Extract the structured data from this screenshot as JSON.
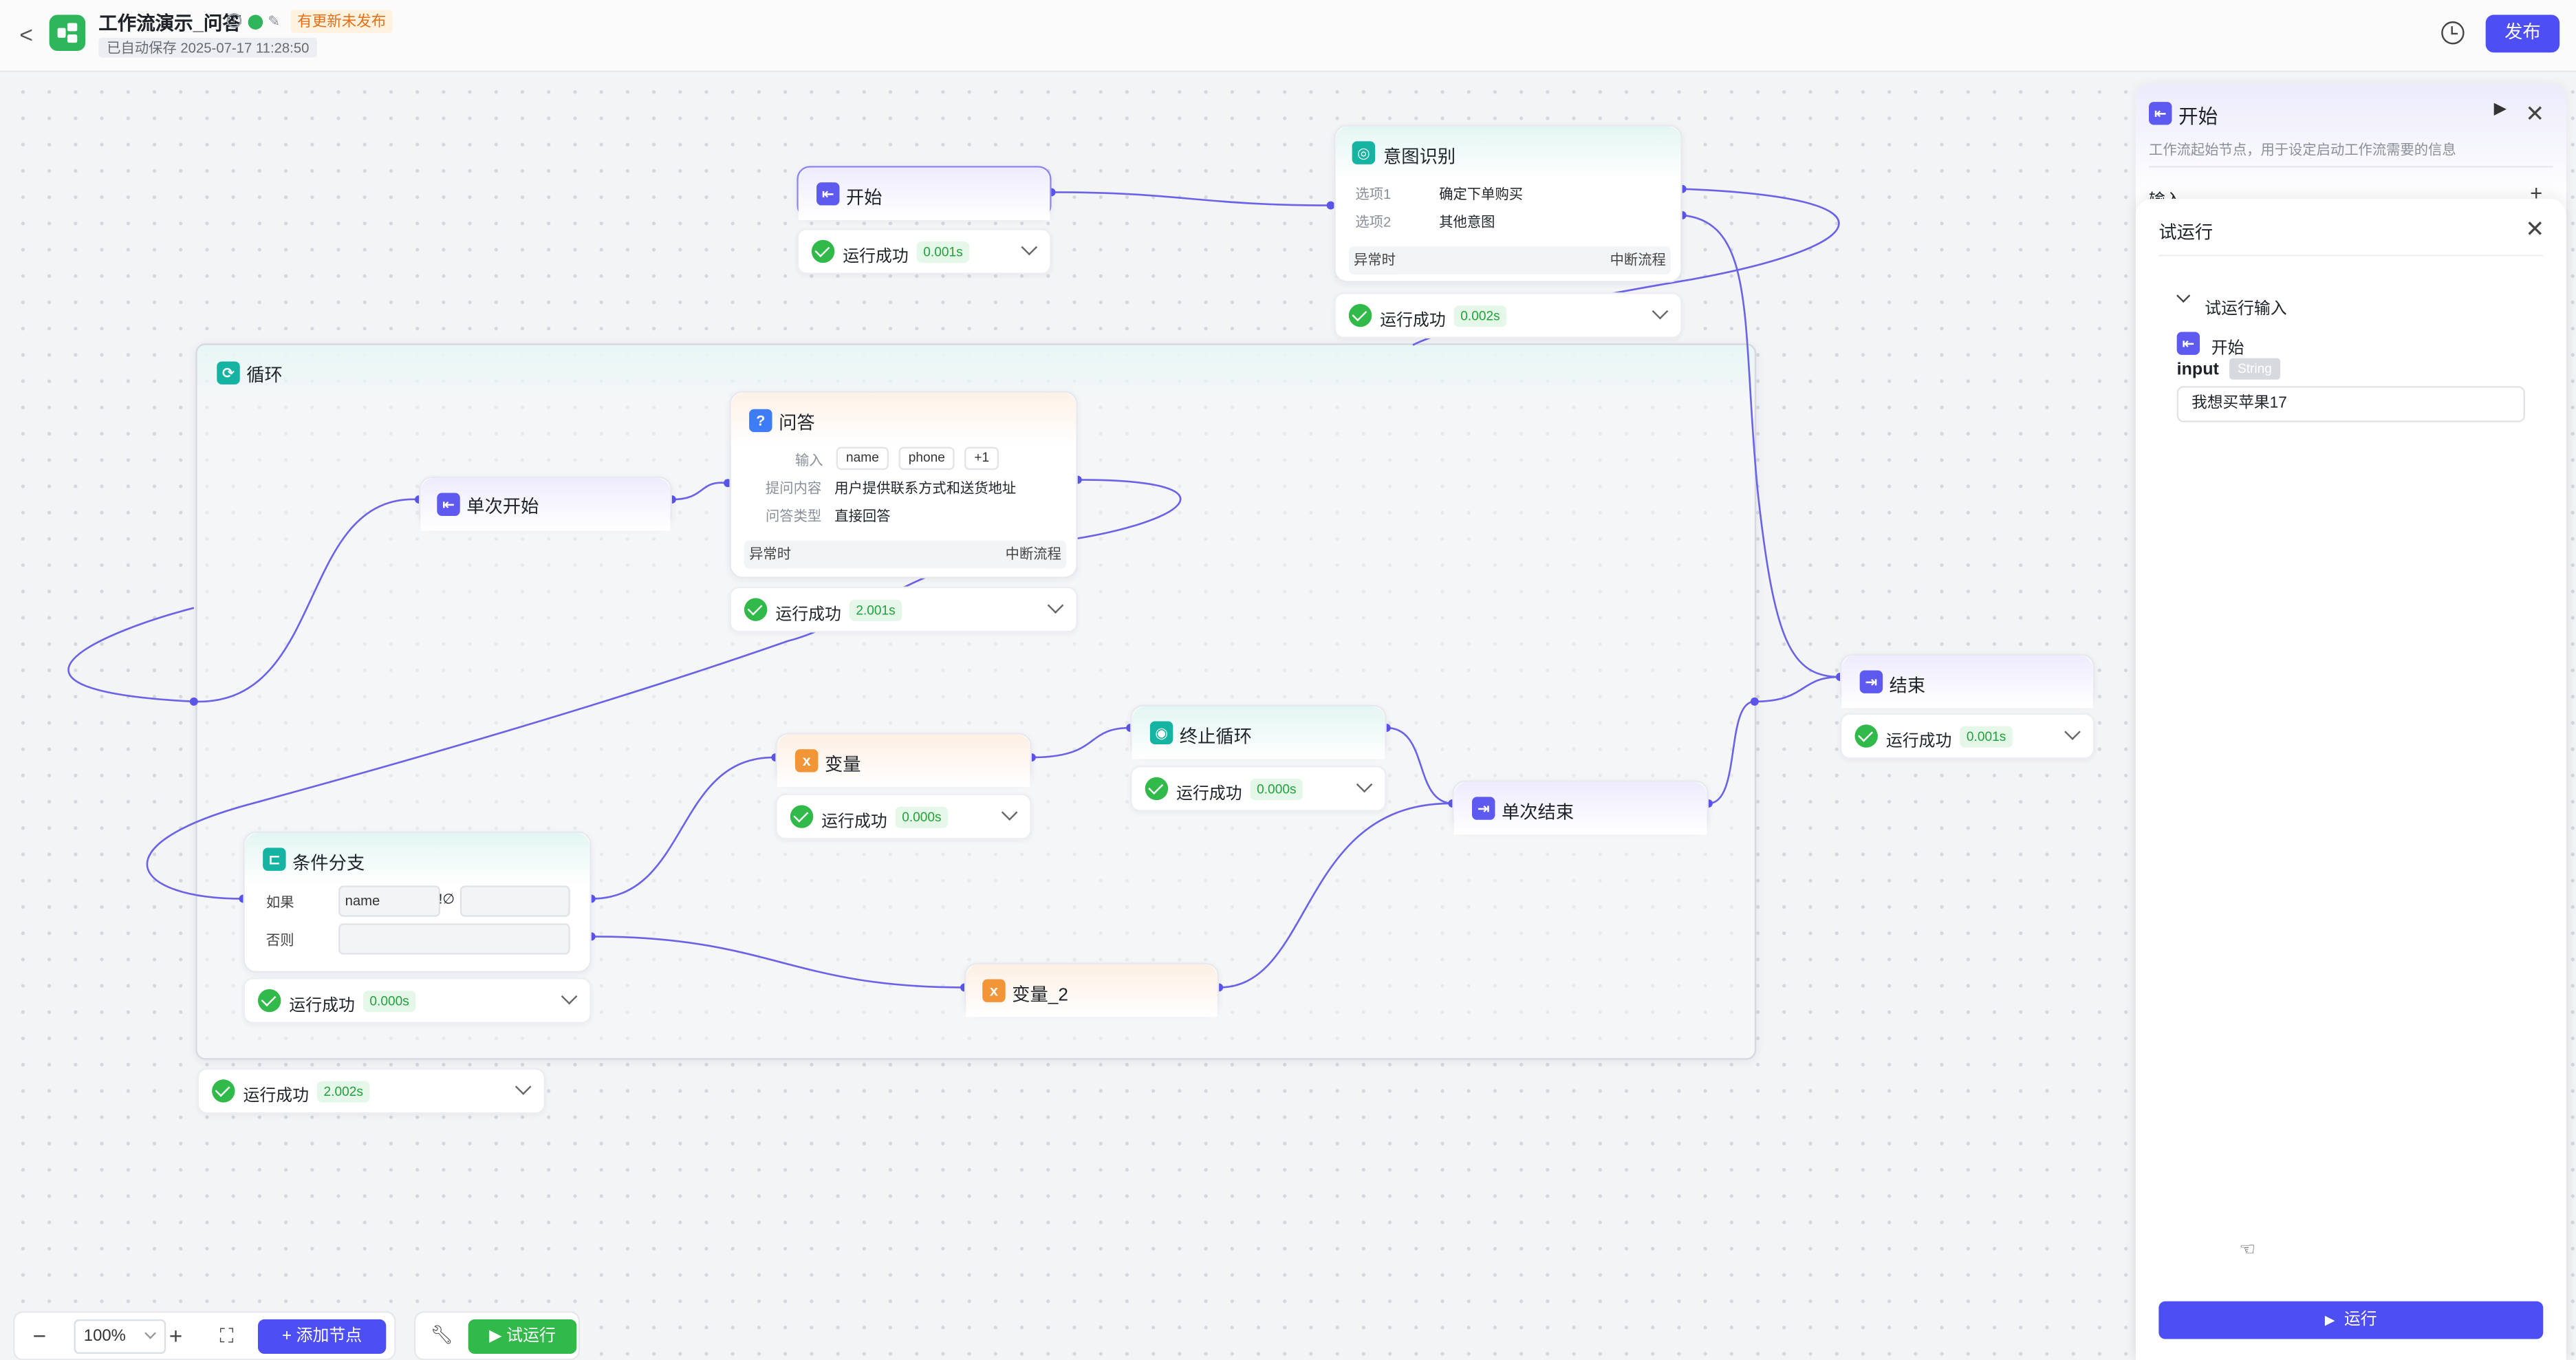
{
  "header": {
    "back_icon": "chevron-left-icon",
    "app_title": "工作流演示_问答",
    "unpublished_badge": "有更新未发布",
    "autosave_text": "已自动保存 2025-07-17 11:28:50",
    "publish_label": "发布",
    "history_icon": "clock-icon"
  },
  "nodes": {
    "start": {
      "title": "开始",
      "status": "运行成功",
      "time": "0.001s"
    },
    "intent": {
      "title": "意图识别",
      "option1_label": "选项1",
      "option1_value": "确定下单购买",
      "option2_label": "选项2",
      "option2_value": "其他意图",
      "exception_label": "异常时",
      "exception_value": "中断流程",
      "status": "运行成功",
      "time": "0.002s"
    },
    "loop": {
      "title": "循环",
      "status": "运行成功",
      "time": "2.002s"
    },
    "iter_start": {
      "title": "单次开始"
    },
    "qa": {
      "title": "问答",
      "input_label": "输入",
      "input_tags": [
        "name",
        "phone",
        "+1"
      ],
      "question_label": "提问内容",
      "question_value": "用户提供联系方式和送货地址",
      "type_label": "问答类型",
      "type_value": "直接回答",
      "exception_label": "异常时",
      "exception_value": "中断流程",
      "status": "运行成功",
      "time": "2.001s"
    },
    "variable": {
      "title": "变量",
      "status": "运行成功",
      "time": "0.000s"
    },
    "stop_loop": {
      "title": "终止循环",
      "status": "运行成功",
      "time": "0.000s"
    },
    "iter_end": {
      "title": "单次结束"
    },
    "condition": {
      "title": "条件分支",
      "if_label": "如果",
      "if_field": "name",
      "if_operator": "!∅",
      "else_label": "否则",
      "status": "运行成功",
      "time": "0.000s"
    },
    "variable2": {
      "title": "变量_2"
    },
    "end": {
      "title": "结束",
      "status": "运行成功",
      "time": "0.001s"
    }
  },
  "side_panel": {
    "title": "开始",
    "description": "工作流起始节点，用于设定启动工作流需要的信息",
    "input_section": "输入"
  },
  "trial_panel": {
    "title": "试运行",
    "section_title": "试运行输入",
    "node_label": "开始",
    "field_name": "input",
    "field_type": "String",
    "field_value": "我想买苹果17",
    "run_label": "运行"
  },
  "bottom_toolbar": {
    "zoom": "100%",
    "add_node_label": "添加节点",
    "trial_run_label": "试运行"
  },
  "colors": {
    "accent": "#4d4ef3",
    "success": "#31b94a",
    "wire": "#6a63e8",
    "unpublished": "#e46f16"
  }
}
